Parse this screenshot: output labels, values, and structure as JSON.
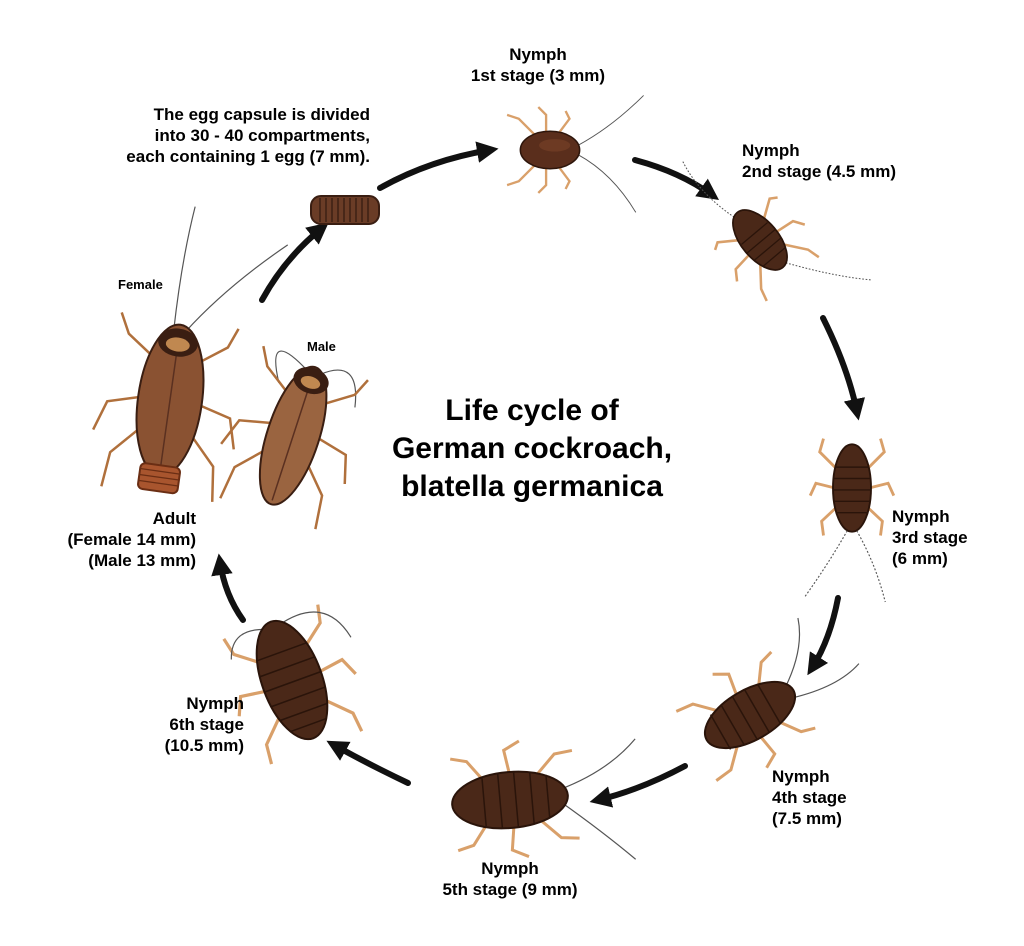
{
  "title": {
    "line1": "Life cycle of",
    "line2": "German cockroach,",
    "line3": "blatella germanica"
  },
  "egg": {
    "line1": "The egg capsule is divided",
    "line2": "into 30 - 40 compartments,",
    "line3": "each containing 1 egg (7 mm)."
  },
  "stages": [
    {
      "name": "Nymph",
      "detail": "1st stage (3 mm)"
    },
    {
      "name": "Nymph",
      "detail": "2nd stage (4.5 mm)"
    },
    {
      "name": "Nymph",
      "detail": "3rd stage",
      "size": "(6 mm)"
    },
    {
      "name": "Nymph",
      "detail": "4th stage",
      "size": "(7.5 mm)"
    },
    {
      "name": "Nymph",
      "detail": "5th stage (9 mm)"
    },
    {
      "name": "Nymph",
      "detail": "6th stage",
      "size": "(10.5 mm)"
    }
  ],
  "adult": {
    "line1": "Adult",
    "line2": "(Female 14 mm)",
    "line3": "(Male 13 mm)",
    "female_label": "Female",
    "male_label": "Male"
  },
  "colors": {
    "arrow": "#111111",
    "body_dark": "#3a1e12",
    "body_mid": "#6b3a22",
    "body_light": "#a0643c",
    "leg": "#d9a06a",
    "wing": "#9a6440",
    "egg_capsule": "#6a3c26"
  }
}
